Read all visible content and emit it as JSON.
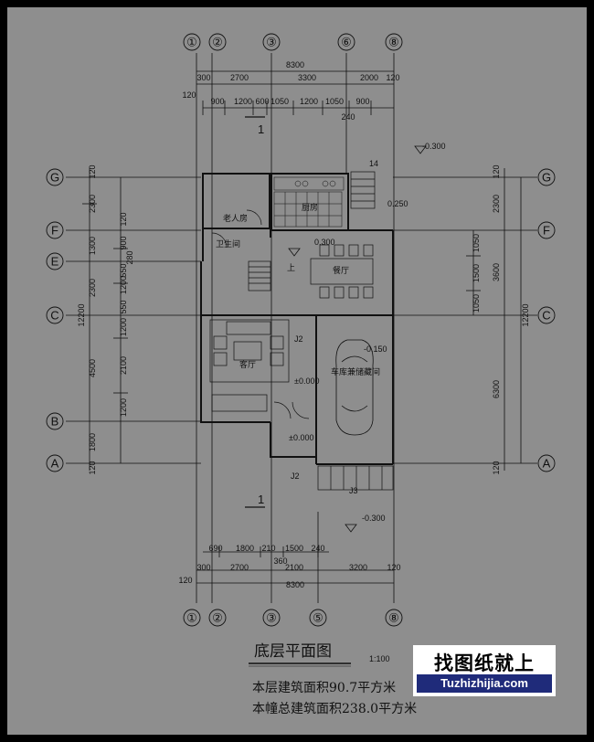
{
  "colors": {
    "background": "#8e8e8e",
    "frame": "#000000",
    "lines": "#111111",
    "watermark_bg": "#ffffff",
    "watermark_band": "#1f2b7a"
  },
  "top_axes": [
    "①",
    "②",
    "③",
    "⑥",
    "⑧"
  ],
  "bottom_axes": [
    "①",
    "②",
    "③",
    "⑤",
    "⑧"
  ],
  "side_axes": [
    "G",
    "F",
    "E",
    "C",
    "B",
    "A"
  ],
  "top_dims": {
    "total": "8300",
    "row2": [
      "300",
      "2700",
      "3300",
      "2000",
      "120"
    ],
    "row3": [
      "900",
      "1200",
      "600",
      "1050",
      "1200",
      "1050",
      "900"
    ],
    "extra": "240",
    "left_120": "120"
  },
  "bottom_dims": {
    "row1": [
      "690",
      "1800",
      "210",
      "1500",
      "240"
    ],
    "row1b": [
      "360"
    ],
    "row2": [
      "300",
      "2700",
      "2100",
      "3200",
      "120"
    ],
    "total": "8300",
    "left_120": "120"
  },
  "left_dims": {
    "outer": [
      "2300",
      "1300",
      "2300",
      "4500",
      "1800"
    ],
    "outer_end": [
      "120",
      "120"
    ],
    "inner": [
      "120",
      "900",
      "280",
      "550",
      "1200",
      "550",
      "1200",
      "2100",
      "1200"
    ],
    "total": "12200"
  },
  "right_dims": {
    "outer": [
      "2300",
      "3600",
      "6300"
    ],
    "outer_end": [
      "120",
      "120"
    ],
    "inner": [
      "1050",
      "1500",
      "1050"
    ],
    "total": "12200"
  },
  "rooms": {
    "elder_room": "老人房",
    "kitchen": "厨房",
    "bathroom": "卫生间",
    "dining": "餐厅",
    "living": "客厅",
    "garage": "车库兼储藏间"
  },
  "levels": {
    "outdoor_top": "-0.300",
    "step_250": "0.250",
    "kitchen_level": "0.300",
    "garage_level": "-0.150",
    "hall_level": "±0.000",
    "entry_level": "±0.000",
    "outdoor_bottom": "-0.300"
  },
  "small_marks": [
    "14",
    "J2",
    "J2",
    "J3"
  ],
  "section_marks": [
    "1",
    "1"
  ],
  "up_label": "上",
  "title": "底层平面图",
  "scale": "1:100",
  "stats": [
    "本层建筑面积90.7平方米",
    "本幢总建筑面积238.0平方米"
  ],
  "watermark": {
    "cn": "找图纸就上",
    "en": "Tuzhizhijia.com"
  }
}
